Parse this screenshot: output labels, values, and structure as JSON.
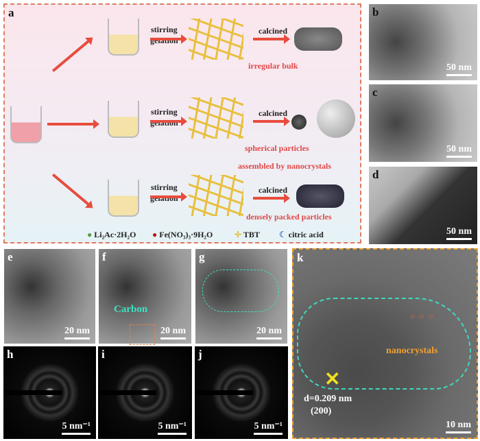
{
  "panel_a": {
    "label": "a",
    "step_label_1": "stirring",
    "step_label_2": "gelation",
    "calcined": "calcined",
    "rows": [
      {
        "result": "irregular bulk"
      },
      {
        "result": "spherical particles",
        "result_2": "assembled by nanocrystals"
      },
      {
        "result": "densely packed particles"
      }
    ],
    "legend": [
      {
        "icon": "green-sphere-icon",
        "text": "Li₂Ac·2H₂O",
        "color": "#5a9a4a"
      },
      {
        "icon": "red-sphere-icon",
        "text": "Fe(NO₃)₃·9H₂O",
        "color": "#c01818"
      },
      {
        "icon": "tbt-icon",
        "text": "TBT",
        "color": "#e8c040"
      },
      {
        "icon": "crescent-icon",
        "text": "citric acid",
        "color": "#5a8ad0"
      }
    ]
  },
  "panels": {
    "b": {
      "label": "b",
      "scale": "50 nm"
    },
    "c": {
      "label": "c",
      "scale": "50 nm"
    },
    "d": {
      "label": "d",
      "scale": "50 nm"
    },
    "e": {
      "label": "e",
      "scale": "20 nm"
    },
    "f": {
      "label": "f",
      "scale": "20 nm",
      "annotation": "Carbon"
    },
    "g": {
      "label": "g",
      "scale": "20 nm"
    },
    "h": {
      "label": "h",
      "scale": "5 nm⁻¹"
    },
    "i": {
      "label": "i",
      "scale": "5 nm⁻¹"
    },
    "j": {
      "label": "j",
      "scale": "5 nm⁻¹"
    },
    "k": {
      "label": "k",
      "scale": "10 nm",
      "annotation": "nanocrystals",
      "d_spacing": "d=0.209 nm",
      "plane": "(200)"
    }
  }
}
